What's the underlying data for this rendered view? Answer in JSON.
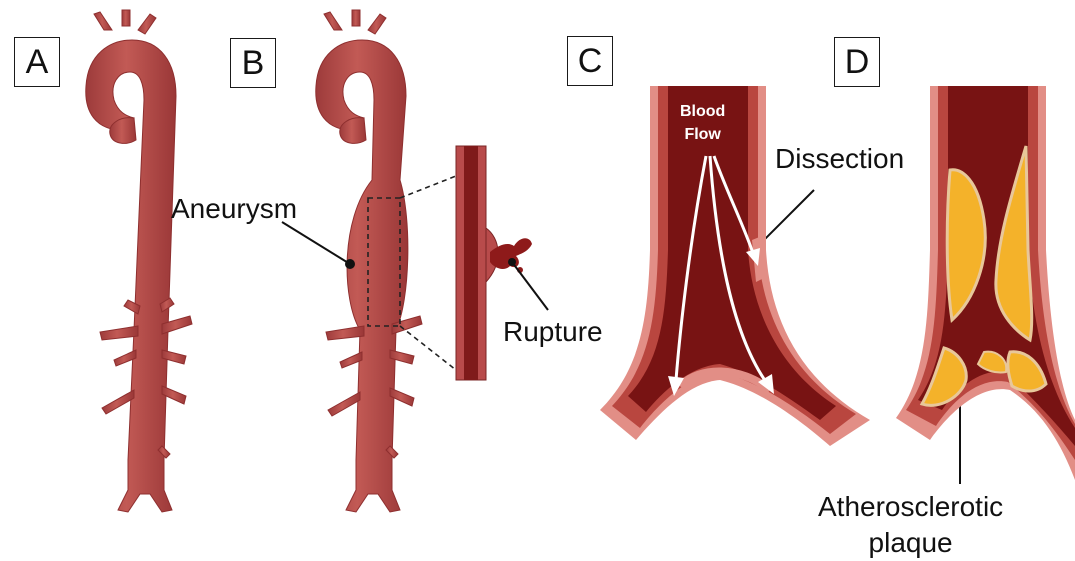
{
  "panels": {
    "a": "A",
    "b": "B",
    "c": "C",
    "d": "D"
  },
  "labels": {
    "aneurysm": "Aneurysm",
    "rupture": "Rupture",
    "dissection": "Dissection",
    "blood_flow_line1": "Blood",
    "blood_flow_line2": "Flow",
    "athero_line1": "Atherosclerotic",
    "athero_line2": "plaque"
  },
  "colors": {
    "vessel": "#b94b4b",
    "vessel_highlight": "#d97a72",
    "vessel_dark": "#8e2f2f",
    "lumen": "#7a1414",
    "lumen_dark": "#5e0d0d",
    "wall_outer": "#e58f86",
    "plaque": "#f5b52a",
    "plaque_edge": "#e9c9a0"
  }
}
